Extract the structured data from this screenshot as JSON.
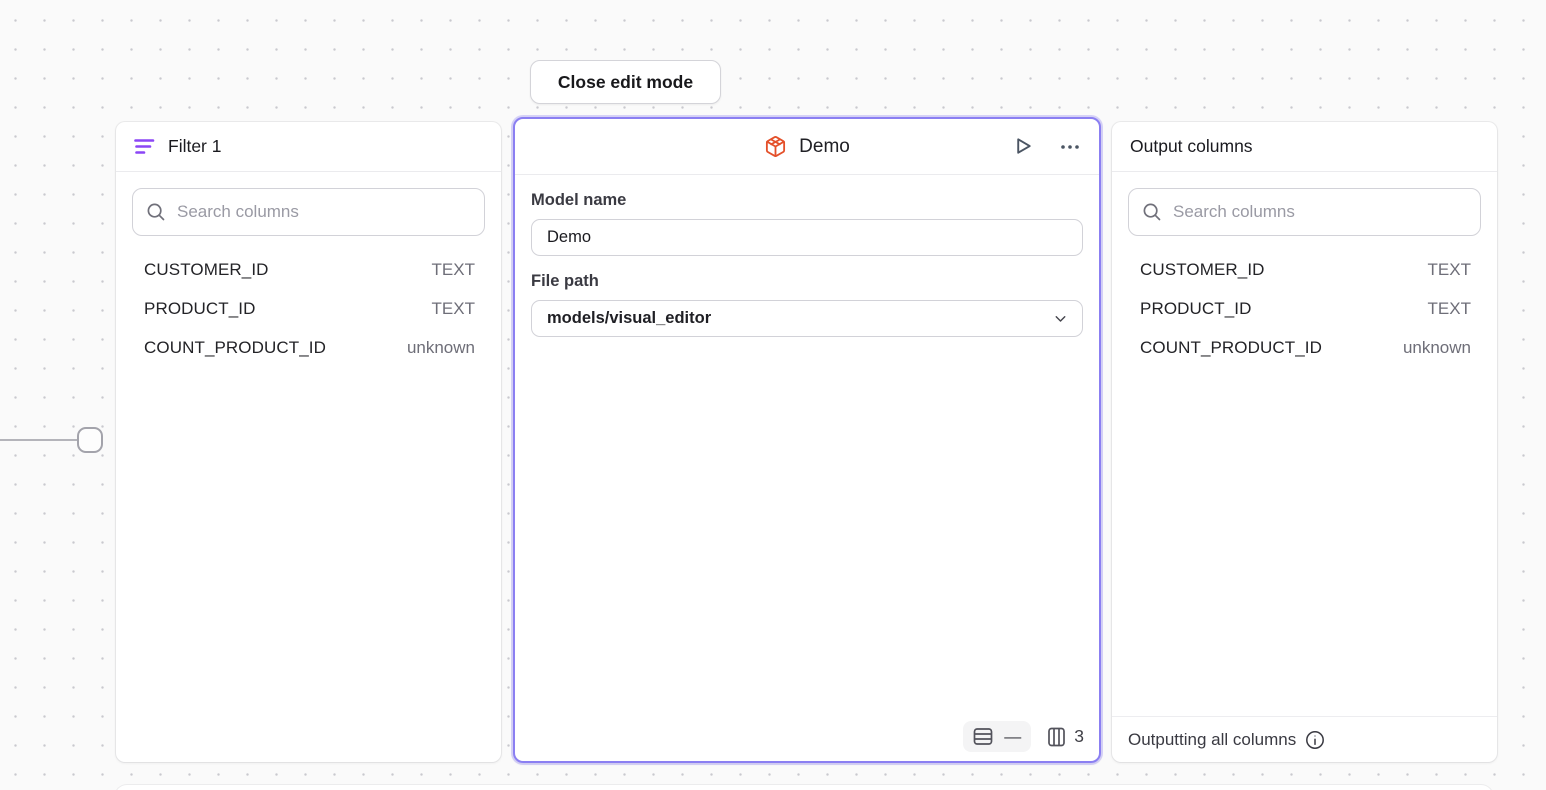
{
  "toolbar": {
    "close_button_label": "Close edit mode"
  },
  "filter_panel": {
    "title": "Filter 1",
    "search_placeholder": "Search columns",
    "columns": [
      {
        "name": "CUSTOMER_ID",
        "type": "TEXT"
      },
      {
        "name": "PRODUCT_ID",
        "type": "TEXT"
      },
      {
        "name": "COUNT_PRODUCT_ID",
        "type": "unknown"
      }
    ]
  },
  "model_panel": {
    "title": "Demo",
    "model_name_label": "Model name",
    "model_name_value": "Demo",
    "file_path_label": "File path",
    "file_path_value": "models/visual_editor",
    "row_count_display": "—",
    "column_count_display": "3"
  },
  "output_panel": {
    "title": "Output columns",
    "search_placeholder": "Search columns",
    "columns": [
      {
        "name": "CUSTOMER_ID",
        "type": "TEXT"
      },
      {
        "name": "PRODUCT_ID",
        "type": "TEXT"
      },
      {
        "name": "COUNT_PRODUCT_ID",
        "type": "unknown"
      }
    ],
    "footer_text": "Outputting all columns"
  },
  "icons": {
    "filter": "filter-lines-icon",
    "search": "search-icon",
    "cube": "cube-icon",
    "play": "play-icon",
    "ellipsis": "ellipsis-icon",
    "chevron": "chevron-down-icon",
    "rows": "rows-icon",
    "columns": "columns-icon",
    "info": "info-icon"
  },
  "colors": {
    "selection_purple": "#8b7ff2",
    "filter_icon_purple": "#8b46f5",
    "cube_orange": "#e4502a",
    "canvas_background": "#fafafa",
    "panel_background": "#ffffff"
  }
}
